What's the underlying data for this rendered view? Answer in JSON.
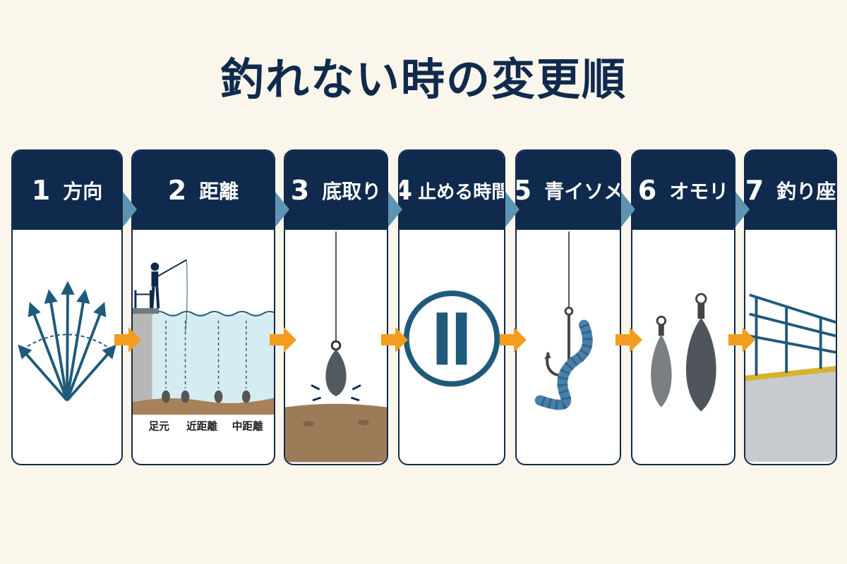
{
  "title": "釣れない時の変更順",
  "steps": [
    {
      "num": "1",
      "label": "方向",
      "icon": "fan-arrows-icon"
    },
    {
      "num": "2",
      "label": "距離",
      "icon": "fishing-distance-icon",
      "distances": [
        "足元",
        "近距離",
        "中距離"
      ]
    },
    {
      "num": "3",
      "label": "底取り",
      "icon": "sinker-on-bottom-icon"
    },
    {
      "num": "4",
      "label": "止める時間",
      "icon": "pause-icon"
    },
    {
      "num": "5",
      "label": "青イソメ",
      "icon": "worm-on-hook-icon"
    },
    {
      "num": "6",
      "label": "オモリ",
      "icon": "two-sinkers-icon"
    },
    {
      "num": "7",
      "label": "釣り座",
      "icon": "pier-railing-icon"
    }
  ],
  "colors": {
    "navy": "#0f2a4c",
    "teal": "#1f5a7a",
    "orange": "#f39c1e",
    "cream": "#fbf6ec"
  }
}
